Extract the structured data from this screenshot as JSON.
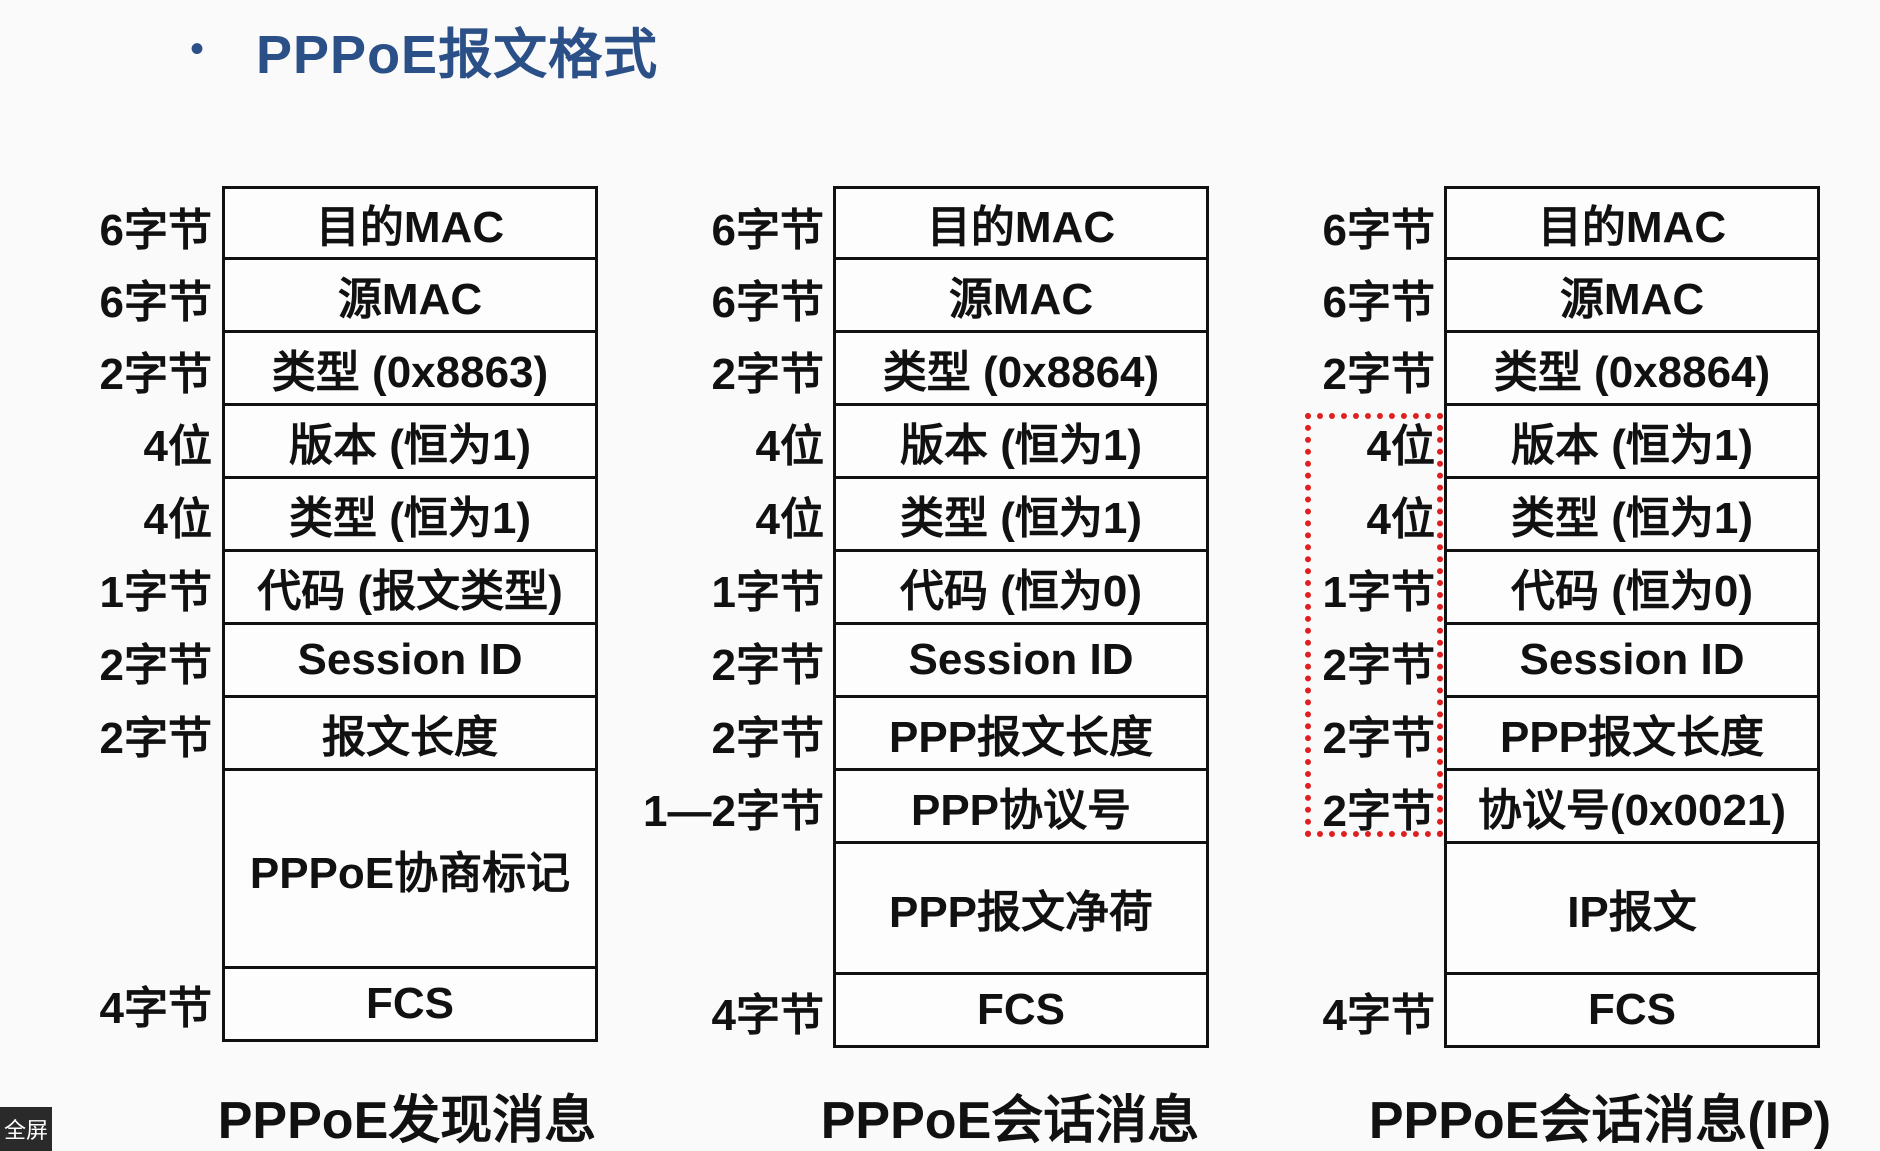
{
  "title": {
    "bullet": "•",
    "text": "PPPoE报文格式"
  },
  "frames": [
    {
      "caption": "PPPoE发现消息",
      "fields": [
        {
          "size": "6字节",
          "label": "目的MAC"
        },
        {
          "size": "6字节",
          "label": "源MAC"
        },
        {
          "size": "2字节",
          "label": "类型 (0x8863)"
        },
        {
          "size": "4位",
          "label": "版本 (恒为1)"
        },
        {
          "size": "4位",
          "label": "类型 (恒为1)"
        },
        {
          "size": "1字节",
          "label": "代码 (报文类型)"
        },
        {
          "size": "2字节",
          "label": "Session ID"
        },
        {
          "size": "2字节",
          "label": "报文长度"
        },
        {
          "size": "",
          "label": "PPPoE协商标记"
        },
        {
          "size": "4字节",
          "label": "FCS"
        }
      ]
    },
    {
      "caption": "PPPoE会话消息",
      "fields": [
        {
          "size": "6字节",
          "label": "目的MAC"
        },
        {
          "size": "6字节",
          "label": "源MAC"
        },
        {
          "size": "2字节",
          "label": "类型 (0x8864)"
        },
        {
          "size": "4位",
          "label": "版本 (恒为1)"
        },
        {
          "size": "4位",
          "label": "类型 (恒为1)"
        },
        {
          "size": "1字节",
          "label": "代码 (恒为0)"
        },
        {
          "size": "2字节",
          "label": "Session ID"
        },
        {
          "size": "2字节",
          "label": "PPP报文长度"
        },
        {
          "size": "1—2字节",
          "label": "PPP协议号"
        },
        {
          "size": "",
          "label": "PPP报文净荷"
        },
        {
          "size": "4字节",
          "label": "FCS"
        }
      ]
    },
    {
      "caption": "PPPoE会话消息(IP)",
      "fields": [
        {
          "size": "6字节",
          "label": "目的MAC"
        },
        {
          "size": "6字节",
          "label": "源MAC"
        },
        {
          "size": "2字节",
          "label": "类型 (0x8864)"
        },
        {
          "size": "4位",
          "label": "版本 (恒为1)"
        },
        {
          "size": "4位",
          "label": "类型 (恒为1)"
        },
        {
          "size": "1字节",
          "label": "代码 (恒为0)"
        },
        {
          "size": "2字节",
          "label": "Session ID"
        },
        {
          "size": "2字节",
          "label": "PPP报文长度"
        },
        {
          "size": "2字节",
          "label": "协议号(0x0021)"
        },
        {
          "size": "",
          "label": "IP报文"
        },
        {
          "size": "4字节",
          "label": "FCS"
        }
      ]
    }
  ],
  "highlight_color": "#e02020",
  "title_color": "#2b4f87",
  "fullscreen_button": {
    "label": "全屏"
  }
}
